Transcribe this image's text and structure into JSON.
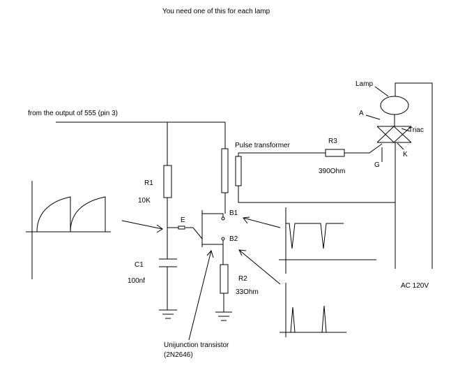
{
  "title": "You need one of this for each lamp",
  "labels": {
    "input": "from the output of 555 (pin 3)",
    "r1": "R1",
    "r1_value": "10K",
    "e": "E",
    "c1": "C1",
    "c1_value": "100nf",
    "b1": "B1",
    "b2": "B2",
    "r2": "R2",
    "r2_value": "33Ohm",
    "ujt_line1": "Unijunction transistor",
    "ujt_line2": "(2N2646)",
    "pulse_transformer": "Pulse transformer",
    "r3": "R3",
    "r3_value": "390Ohm",
    "lamp": "Lamp",
    "a": "A",
    "triac": "Triac",
    "g": "G",
    "k": "K",
    "ac": "AC 120V"
  }
}
